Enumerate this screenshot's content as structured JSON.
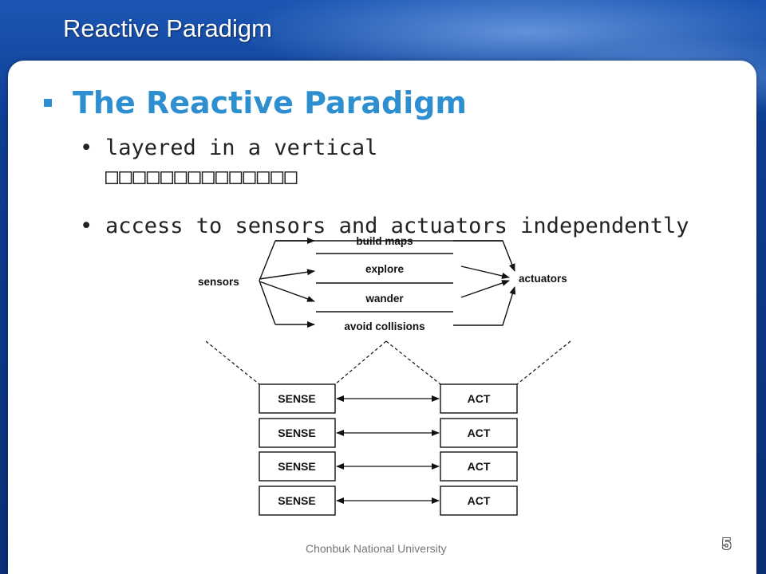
{
  "slide": {
    "title": "Reactive Paradigm",
    "heading": "The Reactive Paradigm",
    "bullets": [
      {
        "marker": "•",
        "line1": "layered in a vertical",
        "line2": "□□□□□□□□□□□□□□"
      },
      {
        "marker": "•",
        "text": "access to sensors and actuators independently"
      }
    ],
    "footer": "Chonbuk National University",
    "page_number": "5"
  },
  "diagram": {
    "sensors_label": "sensors",
    "actuators_label": "actuators",
    "behaviors": [
      "build maps",
      "explore",
      "wander",
      "avoid collisions"
    ],
    "layers": [
      {
        "sense": "SENSE",
        "act": "ACT"
      },
      {
        "sense": "SENSE",
        "act": "ACT"
      },
      {
        "sense": "SENSE",
        "act": "ACT"
      },
      {
        "sense": "SENSE",
        "act": "ACT"
      }
    ]
  }
}
